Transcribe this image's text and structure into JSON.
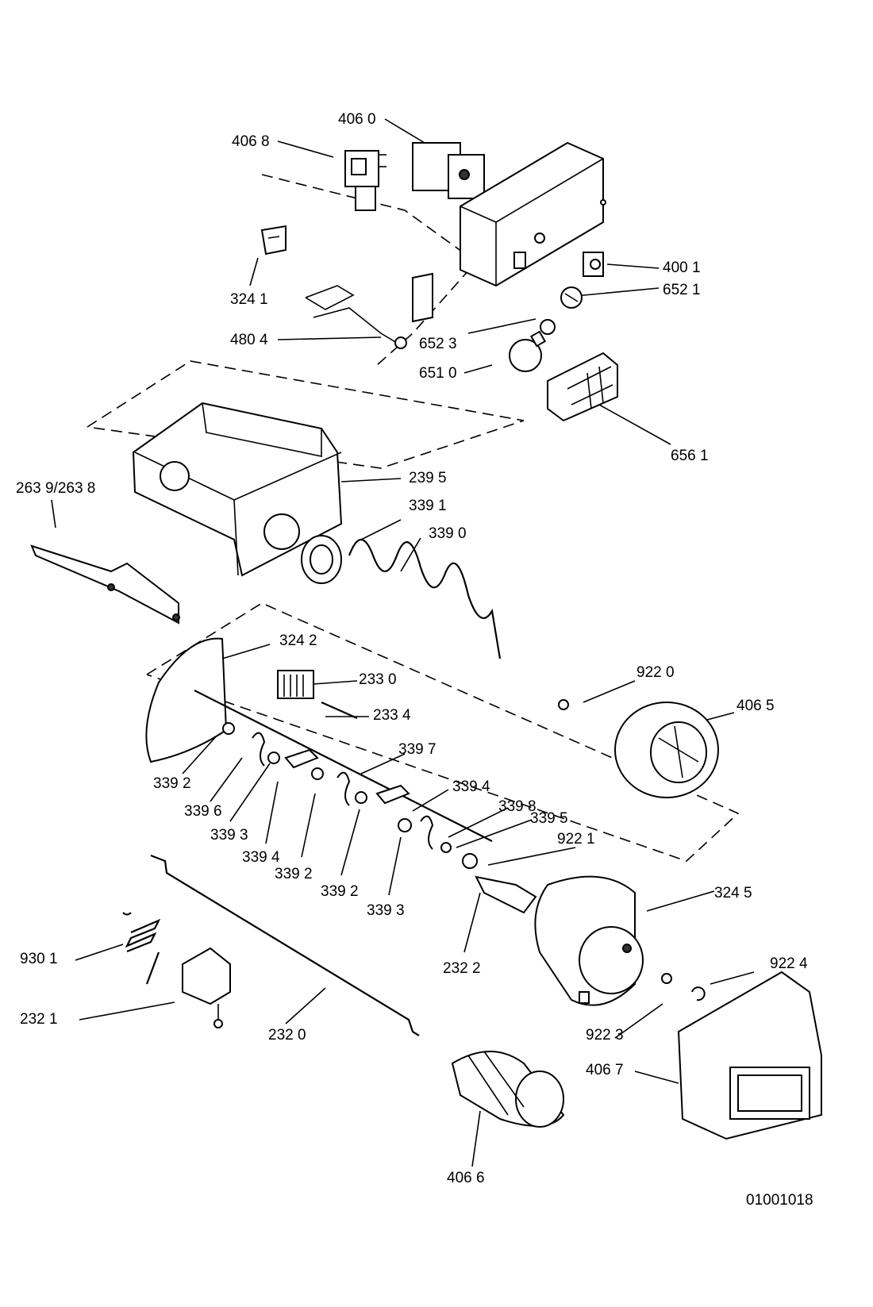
{
  "labels": {
    "l4060": "406 0",
    "l4068": "406 8",
    "l3241": "324 1",
    "l4001": "400 1",
    "l6521": "652 1",
    "l4804": "480 4",
    "l6523": "652 3",
    "l6510": "651 0",
    "l6561": "656 1",
    "l2639": "263 9/263 8",
    "l2395": "239 5",
    "l3391": "339 1",
    "l3390": "339 0",
    "l3242": "324 2",
    "l2330": "233 0",
    "l2334": "233 4",
    "l9220": "922 0",
    "l4065": "406 5",
    "l3392a": "339 2",
    "l3397": "339 7",
    "l3394a": "339 4",
    "l3396": "339 6",
    "l3398": "339 8",
    "l3395": "339 5",
    "l3393a": "339 3",
    "l9221": "922 1",
    "l3394b": "339 4",
    "l3392b": "339 2",
    "l3392c": "339 2",
    "l3393b": "339 3",
    "l3245": "324 5",
    "l9301": "930 1",
    "l2322": "232 2",
    "l9224": "922 4",
    "l2321": "232 1",
    "l2320": "232 0",
    "l9223": "922 3",
    "l4067": "406 7",
    "l4066": "406 6"
  },
  "diagram_code": "01001018"
}
